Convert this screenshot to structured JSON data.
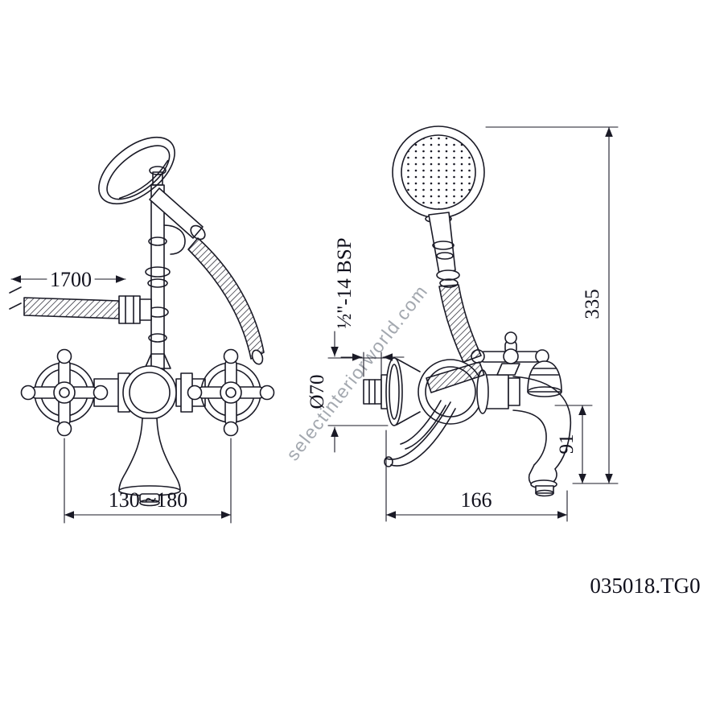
{
  "drawing": {
    "watermark": "selectinteriorworld.com",
    "product_code": "035018.TG0",
    "line_color": "#1a1a26",
    "dimensions": {
      "hose_length": "1700",
      "mount_width_range": "130 ~180",
      "flange_diameter": "Ø70",
      "thread_spec": "½\"-14 BSP",
      "total_height": "335",
      "spout_height": "91",
      "spout_reach": "166"
    }
  }
}
